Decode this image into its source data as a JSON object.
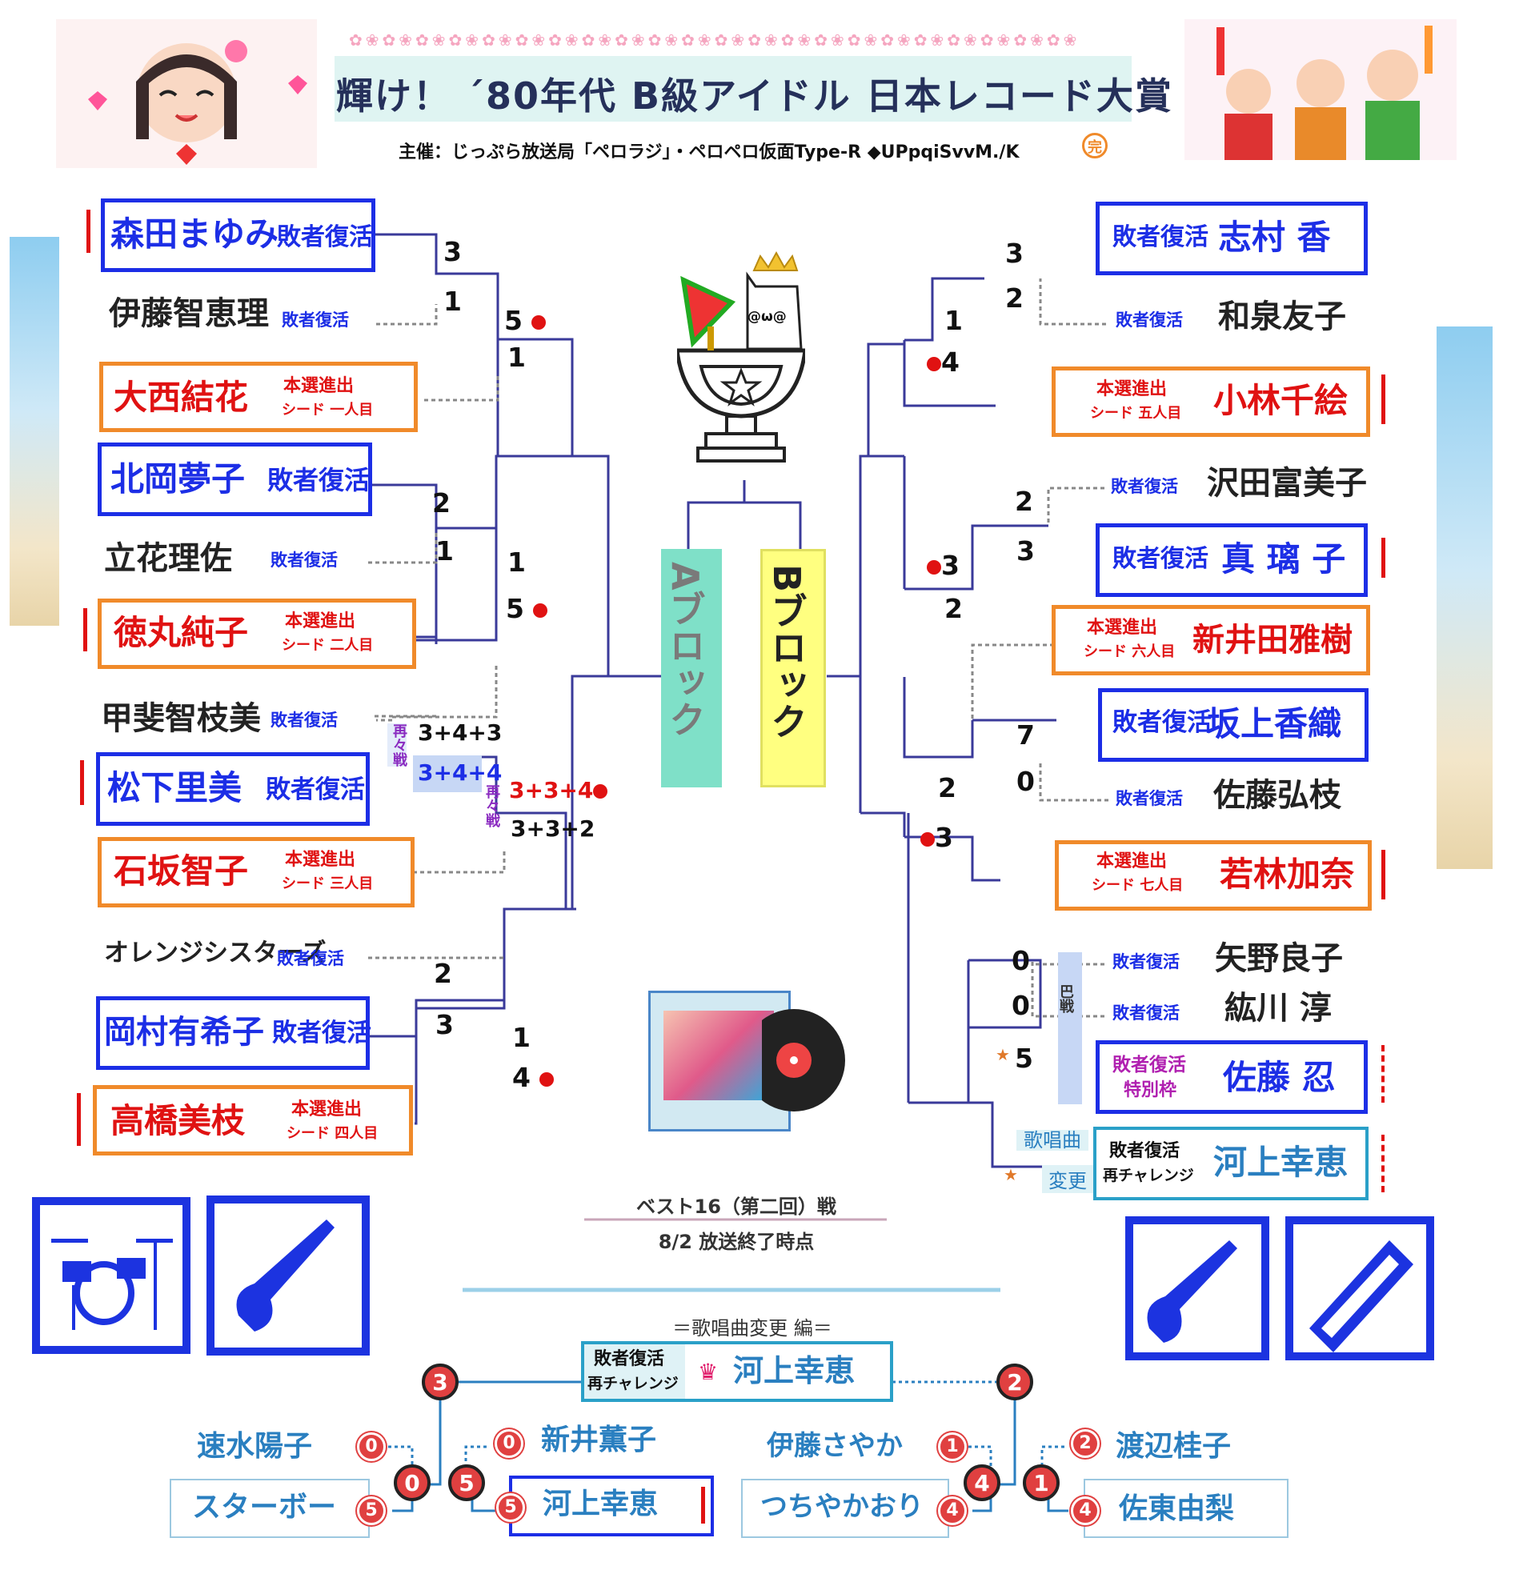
{
  "header": {
    "title": "輝け！ ´80年代 B級アイドル 日本レコード大賞",
    "sponsor": "主催：じっぷら放送局「ペロラジ」・ペロペロ仮面Type-R ◆UPpqiSvvM./K",
    "sponsor_mark": "完"
  },
  "center": {
    "block_a": "Aブロック",
    "block_b": "Bブロック",
    "cat_face": "@ω@",
    "round_title": "ベスト16（第二回）戦",
    "round_status": "8/2 放送終了時点"
  },
  "colors": {
    "blue": "#1c2ee6",
    "orange": "#f08a2a",
    "red": "#e01212",
    "teal": "#2aa0c8",
    "block_a": "#7fe0c8",
    "block_b": "#ffff80"
  },
  "a_block": {
    "entries": [
      {
        "name": "森田まゆみ",
        "tag": "敗者復活"
      },
      {
        "name": "伊藤智恵理",
        "tag": "敗者復活"
      },
      {
        "name": "大西結花",
        "tag1": "本選進出",
        "tag2": "シード 一人目"
      },
      {
        "name": "北岡夢子",
        "tag": "敗者復活"
      },
      {
        "name": "立花理佐",
        "tag": "敗者復活"
      },
      {
        "name": "徳丸純子",
        "tag1": "本選進出",
        "tag2": "シード 二人目"
      },
      {
        "name": "甲斐智枝美",
        "tag": "敗者復活"
      },
      {
        "name": "松下里美",
        "tag": "敗者復活"
      },
      {
        "name": "石坂智子",
        "tag1": "本選進出",
        "tag2": "シード 三人目"
      },
      {
        "name": "オレンジシスターズ",
        "tag": "敗者復活"
      },
      {
        "name": "岡村有希子",
        "tag": "敗者復活"
      },
      {
        "name": "高橋美枝",
        "tag1": "本選進出",
        "tag2": "シード 四人目"
      }
    ],
    "scores": {
      "m1_top": "3",
      "m1_bot": "1",
      "q1_top": "5",
      "q1_bot": "1",
      "m2_top": "2",
      "m2_bot": "1",
      "q2_top": "1",
      "q2_bot": "5",
      "m3_top": "3+4+3",
      "m3_bot": "3+4+4",
      "q3_top": "3+3+4",
      "q3_bot": "3+3+2",
      "m4_top": "2",
      "m4_bot": "3",
      "q4_top": "1",
      "q4_bot": "4"
    },
    "replay1": "再々戦",
    "replay2": "再々戦"
  },
  "b_block": {
    "entries": [
      {
        "name": "志村 香",
        "tag": "敗者復活"
      },
      {
        "name": "和泉友子",
        "tag": "敗者復活"
      },
      {
        "name": "小林千絵",
        "tag1": "本選進出",
        "tag2": "シード 五人目"
      },
      {
        "name": "沢田富美子",
        "tag": "敗者復活"
      },
      {
        "name": "真 璃 子",
        "tag": "敗者復活"
      },
      {
        "name": "新井田雅樹",
        "tag1": "本選進出",
        "tag2": "シード 六人目"
      },
      {
        "name": "坂上香織",
        "tag": "敗者復活"
      },
      {
        "name": "佐藤弘枝",
        "tag": "敗者復活"
      },
      {
        "name": "若林加奈",
        "tag1": "本選進出",
        "tag2": "シード 七人目"
      },
      {
        "name": "矢野良子",
        "tag": "敗者復活"
      },
      {
        "name": "紘川 淳",
        "tag": "敗者復活"
      },
      {
        "name": "佐藤 忍",
        "tag1": "敗者復活",
        "tag2": "特別枠"
      },
      {
        "name": "河上幸恵",
        "tag1": "敗者復活",
        "tag2": "再チャレンジ"
      }
    ],
    "scores": {
      "m1_top": "3",
      "m1_bot": "2",
      "q1_top": "1",
      "q1_bot": "4",
      "m2_top": "2",
      "m2_bot": "3",
      "q2_top": "3",
      "q2_bot": "2",
      "m3_top": "7",
      "m3_bot": "0",
      "q3_top": "2",
      "q3_bot": "3",
      "m4_a": "0",
      "m4_b": "0",
      "m4_c": "5"
    },
    "tomoe": "巴戦",
    "song_change": "歌唱曲",
    "song_change2": "変更"
  },
  "sub_bracket": {
    "title": "＝歌唱曲変更 編＝",
    "champion": {
      "tag1": "敗者復活",
      "tag2": "再チャレンジ",
      "name": "河上幸恵"
    },
    "left_final": "3",
    "right_final": "2",
    "players": [
      {
        "name": "速水陽子",
        "score": "0"
      },
      {
        "name": "スターボー",
        "score": "5"
      },
      {
        "name": "新井薫子",
        "score": "0"
      },
      {
        "name": "河上幸恵",
        "score": "5"
      },
      {
        "name": "伊藤さやか",
        "score": "1"
      },
      {
        "name": "つちやかおり",
        "score": "4"
      },
      {
        "name": "渡辺桂子",
        "score": "2"
      },
      {
        "name": "佐東由梨",
        "score": "4"
      }
    ],
    "semi_scores": {
      "a": "0",
      "b": "5",
      "c": "4",
      "d": "1"
    }
  }
}
